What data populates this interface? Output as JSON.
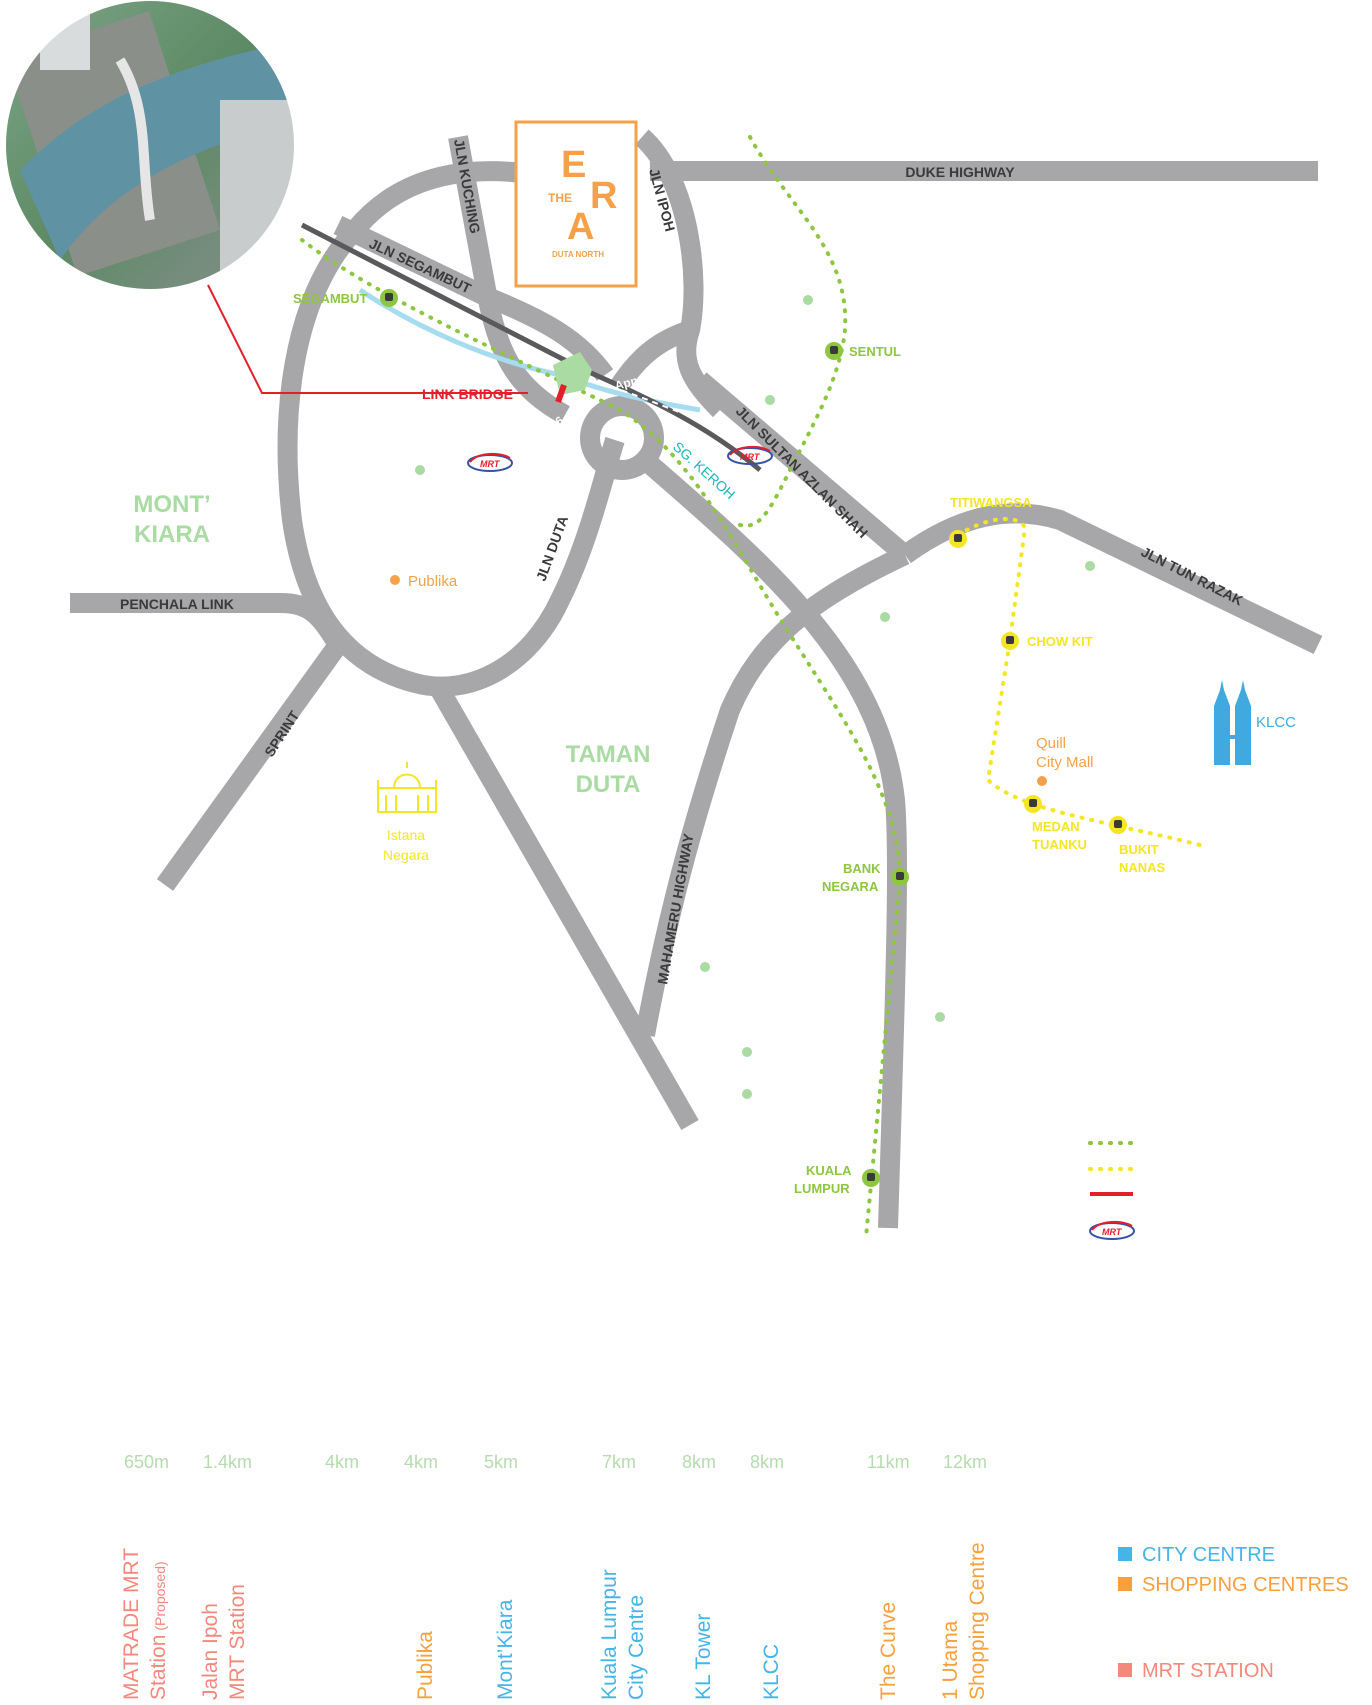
{
  "project": {
    "logo_the": "THE",
    "logo_letters": [
      "E",
      "R",
      "A"
    ],
    "logo_sub": "DUTA NORTH"
  },
  "roads": {
    "duke": "DUKE HIGHWAY",
    "kuching": "JLN KUCHING",
    "ipoh": "JLN IPOH",
    "segambut": "JLN SEGAMBUT",
    "sultan": "JLN SULTAN AZLAN SHAH",
    "duta": "JLN DUTA",
    "tun_razak": "JLN TUN RAZAK",
    "penchala": "PENCHALA LINK",
    "sprint": "SPRINT",
    "mahameru": "MAHAMERU HIGHWAY"
  },
  "areas": {
    "montkiara_1": "MONT’",
    "montkiara_2": "KIARA",
    "tamanduta_1": "TAMAN",
    "tamanduta_2": "DUTA"
  },
  "places": {
    "link_bridge": "LINK BRIDGE",
    "sg_keroh": "SG. KEROH",
    "approx_1": "Approx",
    "approx_2": "ox. 6",
    "publika": "Publika",
    "istana_1": "Istana",
    "istana_2": "Negara",
    "quill_1": "Quill",
    "quill_2": "City Mall",
    "klcc": "KLCC",
    "mrt_logo": "MRT"
  },
  "stations": {
    "segambut": "SEGAMBUT",
    "sentul": "SENTUL",
    "titiwangsa": "TITIWANGSA",
    "chow_kit": "CHOW KIT",
    "medan_1": "MEDAN",
    "medan_2": "TUANKU",
    "bukit_1": "BUKIT",
    "bukit_2": "NANAS",
    "bank_1": "BANK",
    "bank_2": "NEGARA",
    "kl_1": "KUALA",
    "kl_2": "LUMPUR"
  },
  "distances": [
    {
      "value": "650m",
      "label_lines": [
        "MATRADE MRT",
        "Station"
      ],
      "label_small": "(Proposed)",
      "color": "#f4887c"
    },
    {
      "value": "1.4km",
      "label_lines": [
        "Jalan Ipoh",
        "MRT Station"
      ],
      "color": "#f4887c"
    },
    {
      "value": "4km",
      "label_lines": [],
      "color": "#f4887c"
    },
    {
      "value": "4km",
      "label_lines": [
        "Publika"
      ],
      "color": "#f7a03c"
    },
    {
      "value": "5km",
      "label_lines": [
        "Mont’Kiara"
      ],
      "color": "#45b4e6"
    },
    {
      "value": "7km",
      "label_lines": [
        "Kuala Lumpur",
        "City Centre"
      ],
      "color": "#45b4e6"
    },
    {
      "value": "8km",
      "label_lines": [
        "KL Tower"
      ],
      "color": "#45b4e6"
    },
    {
      "value": "8km",
      "label_lines": [
        "KLCC"
      ],
      "color": "#45b4e6"
    },
    {
      "value": "11km",
      "label_lines": [
        "The Curve"
      ],
      "color": "#f7a03c"
    },
    {
      "value": "12km",
      "label_lines": [
        "1 Utama",
        "Shopping Centre"
      ],
      "color": "#f7a03c"
    }
  ],
  "legend": [
    {
      "label": "CITY CENTRE",
      "color": "#45b4e6"
    },
    {
      "label": "SHOPPING CENTRES",
      "color": "#f7a03c"
    },
    {
      "label": "MRT STATION",
      "color": "#f4887c"
    }
  ],
  "colors": {
    "road": "#a7a7a9",
    "green_line": "#8dc63f",
    "yellow_line": "#f5e623",
    "red": "#e2202c",
    "orange": "#f4a14a",
    "area_green": "#a9dba3",
    "river": "#a6dcef"
  }
}
